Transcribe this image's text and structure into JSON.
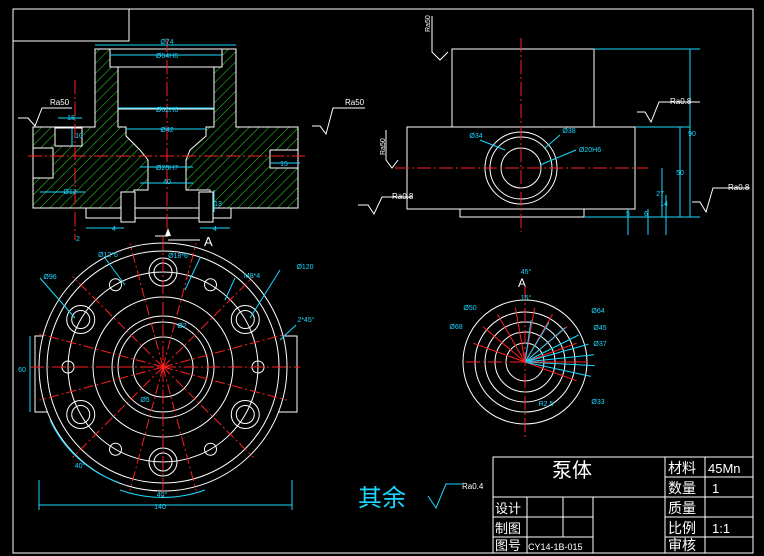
{
  "colors": {
    "background": "#000000",
    "outline": "#ffffff",
    "centerline": "#ff2020",
    "dimension": "#19d7ff",
    "hatch": "#22e022"
  },
  "section_view": {
    "dims": {
      "d74": "Ø74",
      "d64": "Ø64H6",
      "d62": "Ø62H6",
      "d42": "Ø42",
      "d28": "Ø28H7",
      "d12": "Ø12",
      "v40": "40",
      "v18": "18",
      "v10": "10",
      "v15": "15",
      "v4a": "4",
      "v4b": "4",
      "v2": "2",
      "v13": "13"
    },
    "rough_left": "Ra50",
    "rough_right": "Ra50",
    "view_label": "A"
  },
  "side_view": {
    "dims": {
      "d34": "Ø34",
      "d38": "Ø38",
      "d20": "Ø20H6",
      "v90": "90",
      "v50": "50",
      "v27": "27",
      "v5": "5",
      "v6": "6",
      "v14": "14"
    },
    "rough_top": "Ra50",
    "rough_left": "Ra50",
    "rough_bottom": "Ra0.8",
    "rough_right1": "Ra0.8",
    "rough_right2": "Ra0.8"
  },
  "front_view": {
    "dims": {
      "d12x6": "Ø12*6",
      "d18x6": "Ø18*6",
      "m8x4": "M8*4",
      "d120": "Ø120",
      "d96": "Ø96",
      "chamfer": "2*45°",
      "v60": "60",
      "a40a": "40°",
      "a40b": "40°",
      "v140": "140",
      "d5": "Ø5",
      "d2": "Ø2"
    }
  },
  "view_a": {
    "title": "A",
    "dims": {
      "a45": "45°",
      "a15": "15°",
      "d50": "Ø50",
      "d68": "Ø68",
      "d64": "Ø64",
      "d45": "Ø45",
      "d37": "Ø37",
      "d33": "Ø33",
      "r5": "R2.5"
    }
  },
  "remaining": {
    "label": "其余",
    "ra": "Ra0.4"
  },
  "title_block": {
    "part_name": "泵体",
    "material_label": "材料",
    "material_value": "45Mn",
    "qty_label": "数量",
    "qty_value": "1",
    "mass_label": "质量",
    "scale_label": "比例",
    "scale_value": "1:1",
    "review_label": "审核",
    "design_label": "设计",
    "drafted_label": "制图",
    "drawing_no_label": "图号",
    "drawing_no_value": "CY14-1B-015"
  }
}
